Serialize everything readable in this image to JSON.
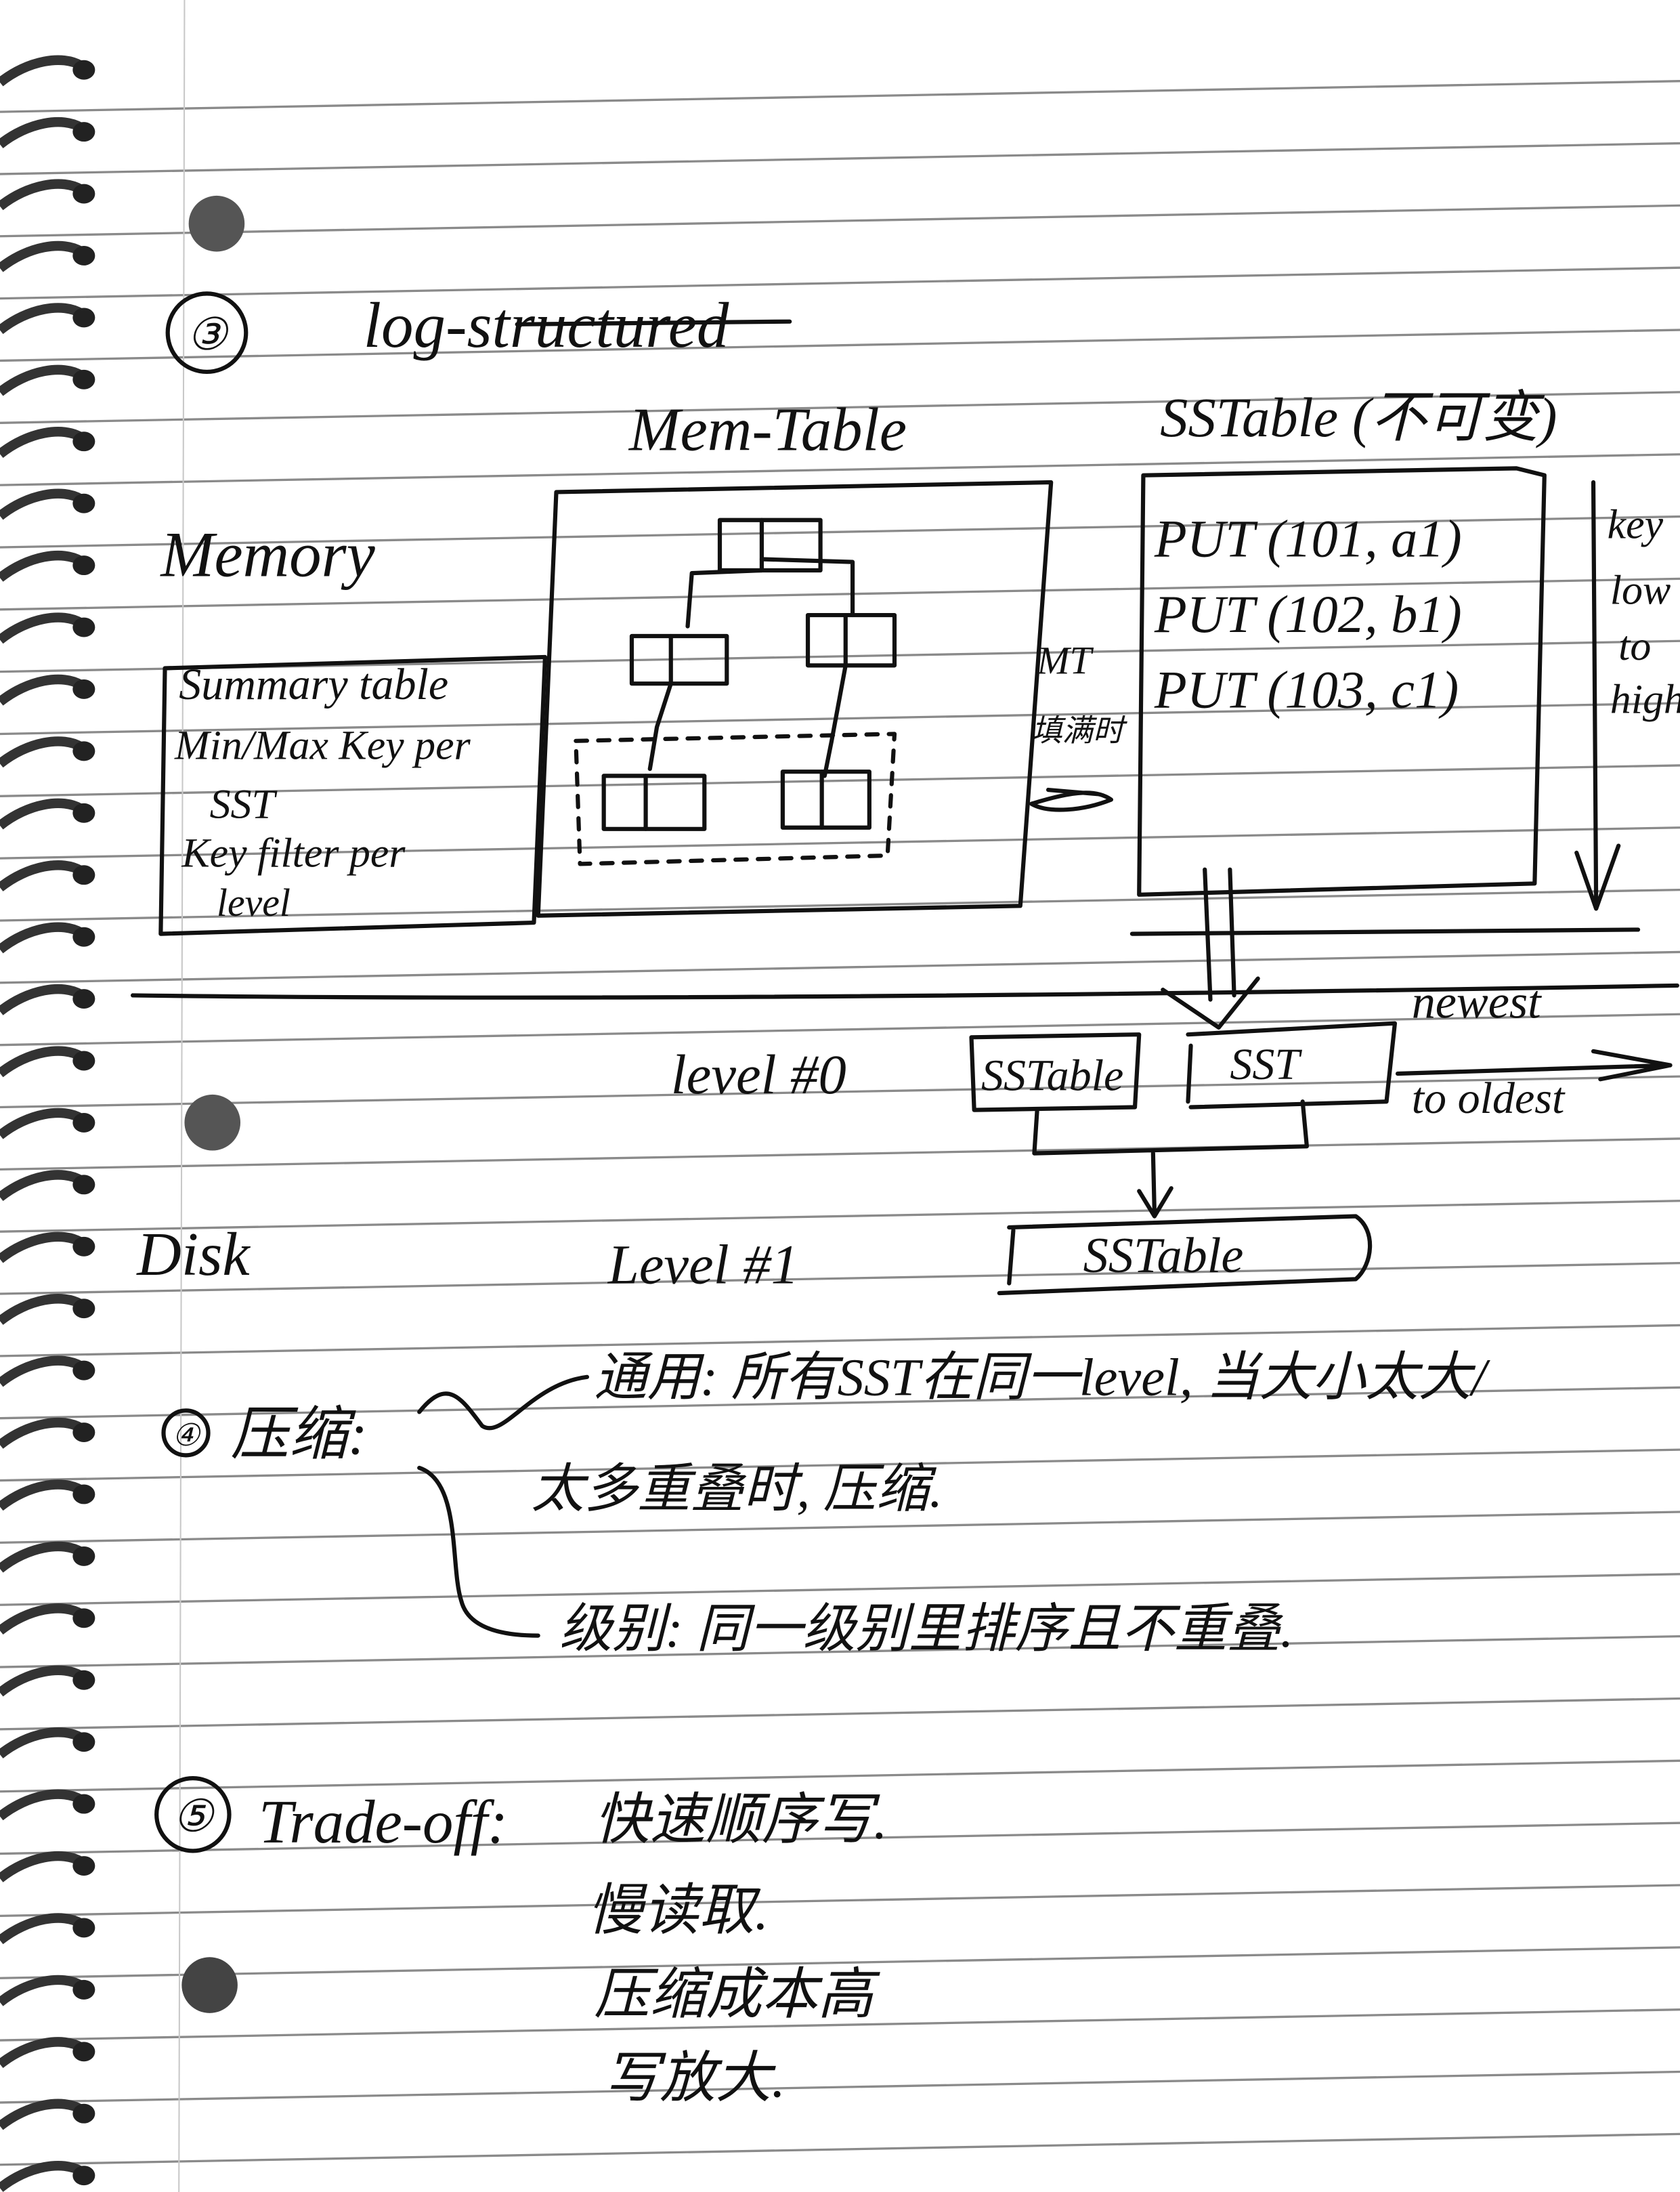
{
  "page": {
    "paper_color": "#ffffff",
    "ink_color": "#111111",
    "rule_color": "#8a8a8a"
  },
  "section3": {
    "number": "③",
    "title": "log-structured",
    "memtable_label": "Mem-Table",
    "sstable_label": "SSTable (不可变)",
    "memory_label": "Memory",
    "summary_box": [
      "Summary table",
      "Min/Max Key per",
      "SST",
      "Key filter per",
      "level"
    ],
    "flush_note": [
      "MT",
      "填满时"
    ],
    "sstable_entries": [
      "PUT (101, a1)",
      "PUT (102, b1)",
      "PUT (103, c1)"
    ],
    "key_order_note": [
      "key",
      "low",
      "to",
      "high"
    ],
    "disk_label": "Disk",
    "level0": {
      "label": "level #0",
      "tables": [
        "SSTable",
        "SST"
      ],
      "order_note": [
        "newest",
        "to oldest"
      ]
    },
    "level1": {
      "label": "Level #1",
      "tables": [
        "SSTable"
      ]
    }
  },
  "section4": {
    "number": "④",
    "title": "压缩:",
    "lines": [
      "通用: 所有SST在同一level, 当大小太大/",
      "太多重叠时, 压缩.",
      "级别: 同一级别里排序且不重叠."
    ]
  },
  "section5": {
    "number": "⑤",
    "title": "Trade-off:",
    "points": [
      "快速顺序写.",
      "慢读取.",
      "压缩成本高",
      "写放大."
    ]
  }
}
